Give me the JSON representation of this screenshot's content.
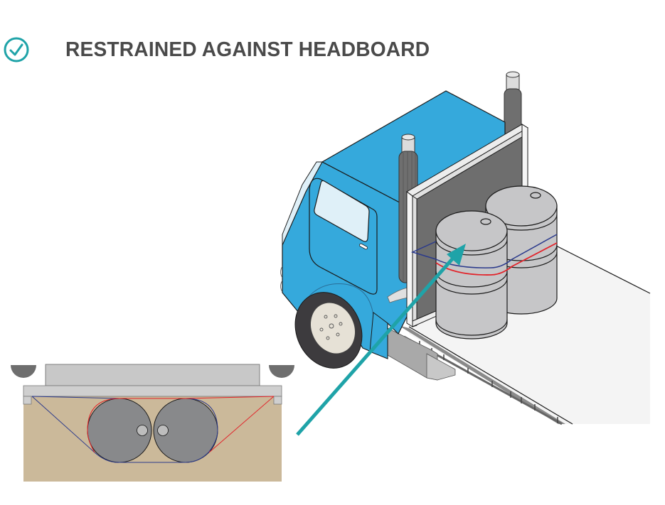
{
  "header": {
    "icon": "check-circle-icon",
    "title": "RESTRAINED AGAINST HEADBOARD"
  },
  "colors": {
    "accent_teal": "#1fa3a8",
    "title_gray": "#4a4a4a",
    "cab_blue": "#35a9dc",
    "window_light": "#dff0f8",
    "headboard_panel": "#6e6e6e",
    "drum_gray": "#c6c6c8",
    "deck_white": "#f4f4f4",
    "tan_background": "#cbb99a",
    "strap_blue": "#2b3a8c",
    "strap_red": "#e2232a"
  },
  "illustration": {
    "main_view": "truck-cab-with-headboard-and-two-drums",
    "inset_view": "top-view-two-drums-strapped",
    "arrow": "teal-pointer-arrow"
  }
}
